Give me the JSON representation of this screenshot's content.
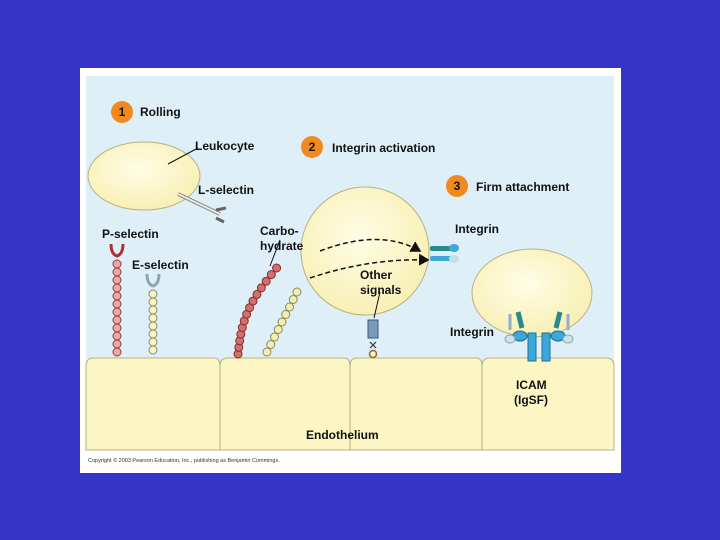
{
  "diagram": {
    "steps": [
      {
        "number": "1",
        "label": "Rolling"
      },
      {
        "number": "2",
        "label": "Integrin activation"
      },
      {
        "number": "3",
        "label": "Firm attachment"
      }
    ],
    "labels": {
      "leukocyte": "Leukocyte",
      "l_selectin": "L-selectin",
      "p_selectin": "P-selectin",
      "e_selectin": "E-selectin",
      "carbohydrate_line1": "Carbo-",
      "carbohydrate_line2": "hydrate",
      "integrin_active": "Integrin",
      "other_signals_line1": "Other",
      "other_signals_line2": "signals",
      "integrin_attached": "Integrin",
      "icam_line1": "ICAM",
      "icam_line2": "(IgSF)",
      "endothelium": "Endothelium"
    },
    "copyright": "Copyright © 2003 Pearson Education, Inc., publishing as Benjamin Cummings.",
    "colors": {
      "slide_background": "#3434c8",
      "panel_background": "#dfeff8",
      "cell_fill": "#fbf6c4",
      "step_badge": "#f08a1e",
      "selectin_red": "#b03030",
      "integrin_teal": "#2a8a8a",
      "icam_blue": "#3aa8d8"
    }
  }
}
